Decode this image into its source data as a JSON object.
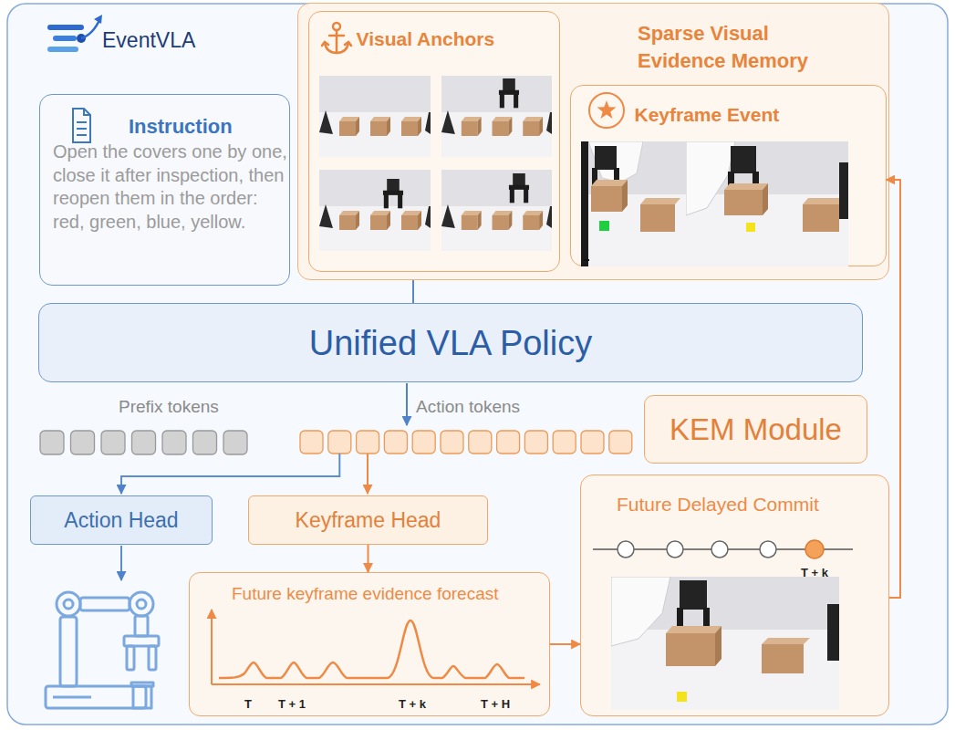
{
  "diagram": {
    "nodes": [
      {
        "text": [
          "Instruction",
          "Open the covers one by one, close it after inspection, then reopen them in the order: red, green, blue, yellow."
        ]
      },
      {
        "text": [
          "Sparse Visual Evidence Memory"
        ]
      },
      {
        "text": [
          "Visual Anchors"
        ],
        "in": 1
      },
      {
        "text": [
          "Keyframe Event"
        ],
        "in": 1
      },
      {
        "text": [
          "Unified VLA Policy"
        ]
      },
      {
        "text": [
          "KEM Module"
        ]
      },
      {
        "text": [
          "Action Head"
        ]
      },
      {
        "text": [
          "Keyframe Head"
        ]
      },
      {
        "text": [
          "Future keyframe evidence forecast"
        ]
      },
      {
        "text": [
          "Future Delayed Commit"
        ]
      }
    ],
    "edges": [
      {
        "from": 1,
        "to": 4,
        "arrow": "none"
      },
      {
        "from": 7,
        "to": 8,
        "arrow": "to"
      },
      {
        "from": 8,
        "to": 9,
        "arrow": "to"
      },
      {
        "from": 9,
        "to": 3,
        "arrow": "to"
      }
    ],
    "labels": [
      "EventVLA",
      "Prefix tokens",
      "Action tokens",
      "T",
      "T + 1",
      "T + k",
      "T + H",
      "T + k"
    ]
  }
}
